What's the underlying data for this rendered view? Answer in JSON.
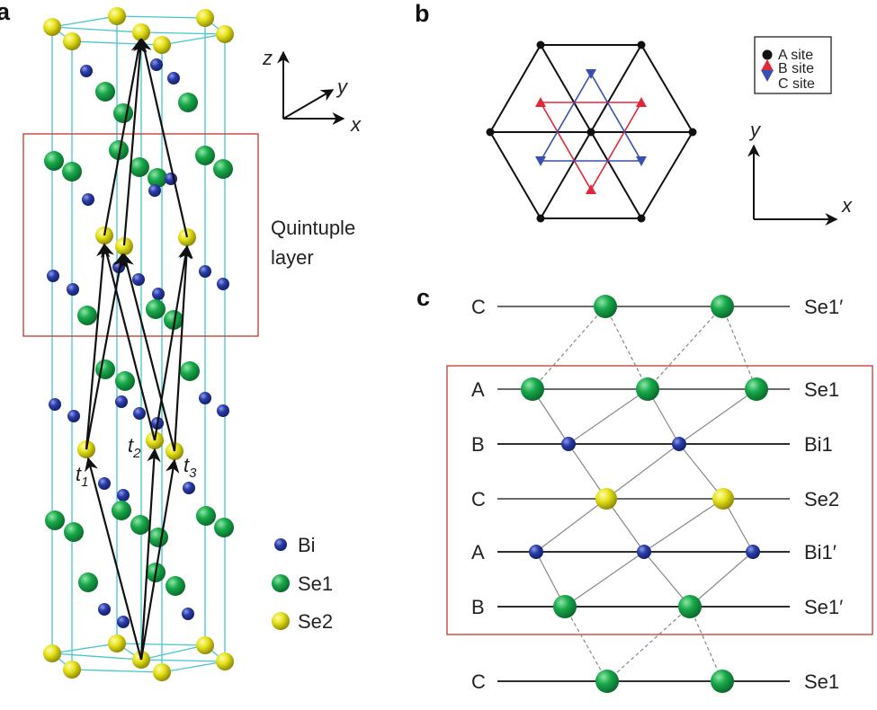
{
  "colors": {
    "bi": "#2a3c9e",
    "se1": "#15a348",
    "se2": "#e6e61a",
    "box": "#c0392b",
    "cell": "#45c6cc",
    "red_label": "#d3242f",
    "blue_label": "#3f4fa8",
    "red_triangle": "#e0283a",
    "blue_triangle": "#3a4fb0"
  },
  "panel_a": {
    "letter": "a",
    "axes": {
      "z": "z",
      "y": "y",
      "x": "x"
    },
    "box_label_line1": "Quintuple",
    "box_label_line2": "layer",
    "vectors": {
      "t1": "t",
      "t1_sub": "1",
      "t2": "t",
      "t2_sub": "2",
      "t3": "t",
      "t3_sub": "3"
    },
    "legend": [
      {
        "label": "Bi",
        "color_key": "bi"
      },
      {
        "label": "Se1",
        "color_key": "se1"
      },
      {
        "label": "Se2",
        "color_key": "se2"
      }
    ]
  },
  "panel_b": {
    "letter": "b",
    "axes": {
      "y": "y",
      "x": "x"
    },
    "legend": [
      {
        "label": "A site",
        "marker": "circle"
      },
      {
        "label": "B site",
        "marker": "triangle-up"
      },
      {
        "label": "C site",
        "marker": "triangle-down"
      }
    ]
  },
  "panel_c": {
    "letter": "c",
    "layers": [
      {
        "site": "C",
        "site_color": "blue",
        "name": "Se1′",
        "atom": "se1"
      },
      {
        "site": "A",
        "site_color": "black",
        "name": "Se1",
        "atom": "se1"
      },
      {
        "site": "B",
        "site_color": "red",
        "name": "Bi1",
        "atom": "bi"
      },
      {
        "site": "C",
        "site_color": "blue",
        "name": "Se2",
        "atom": "se2"
      },
      {
        "site": "A",
        "site_color": "black",
        "name": "Bi1′",
        "atom": "bi"
      },
      {
        "site": "B",
        "site_color": "red",
        "name": "Se1′",
        "atom": "se1"
      },
      {
        "site": "C",
        "site_color": "blue",
        "name": "Se1",
        "atom": "se1"
      }
    ]
  }
}
